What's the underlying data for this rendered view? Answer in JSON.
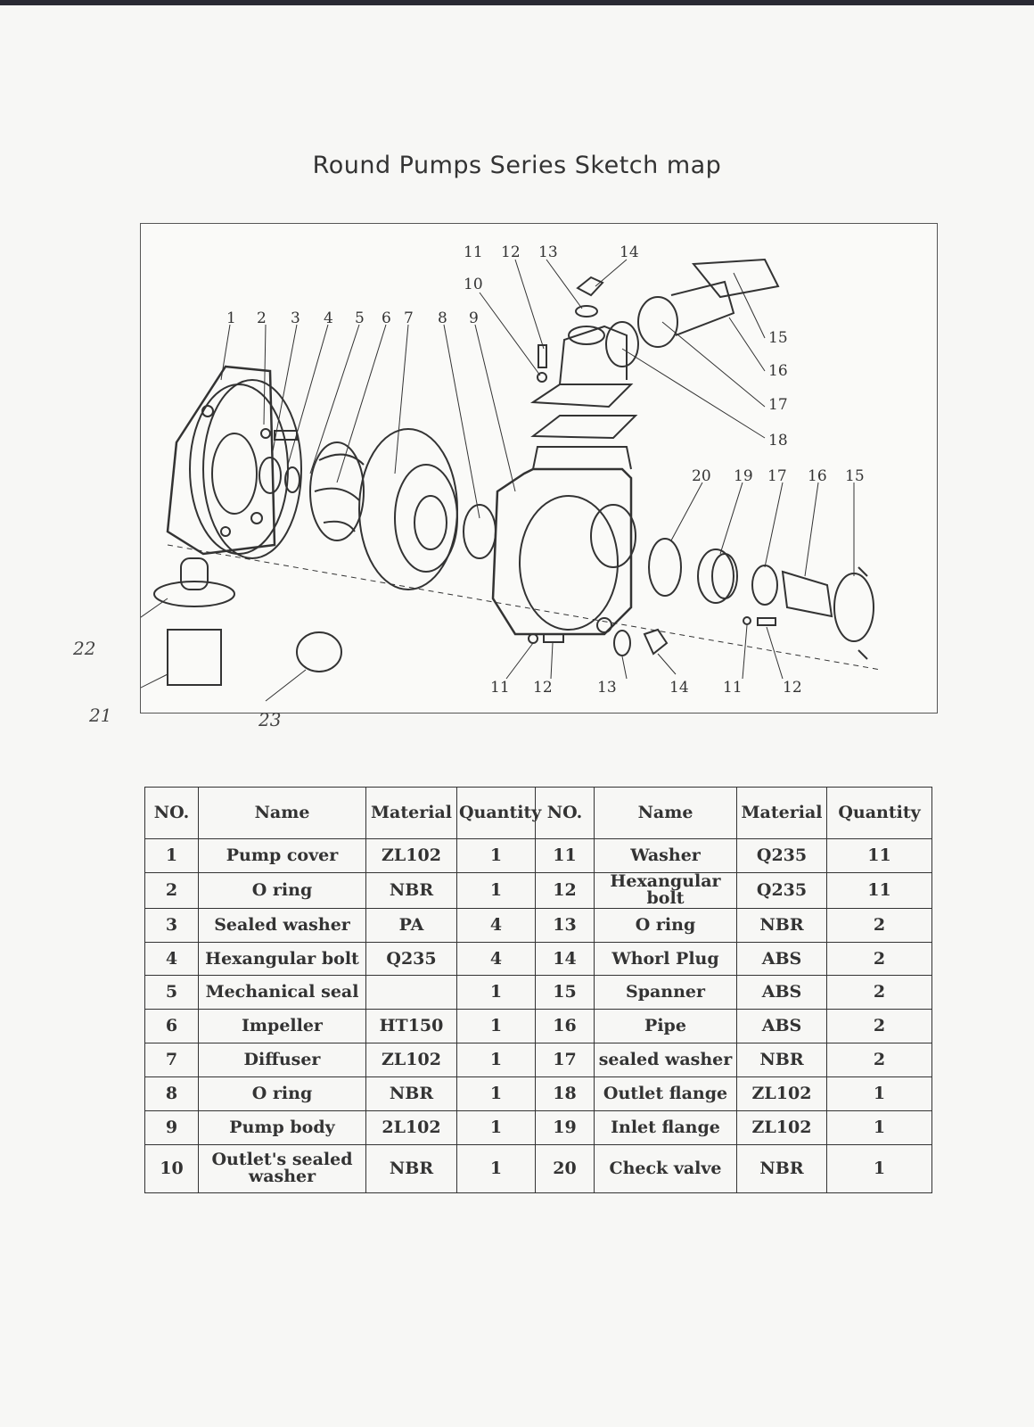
{
  "document": {
    "title": "Round Pumps Series Sketch map"
  },
  "diagram": {
    "callouts": {
      "top_row": [
        "1",
        "2",
        "3",
        "4",
        "5",
        "6",
        "7",
        "8",
        "9",
        "10",
        "11",
        "12",
        "13",
        "14"
      ],
      "right_column": [
        "15",
        "16",
        "17",
        "18"
      ],
      "middle_row": [
        "20",
        "19",
        "17",
        "16",
        "15"
      ],
      "bottom_row": [
        "11",
        "12",
        "13",
        "14",
        "11",
        "12"
      ],
      "handwritten": [
        "22",
        "21",
        "23"
      ]
    },
    "colors": {
      "line": "#333333",
      "paper": "#fafaf8"
    }
  },
  "table": {
    "headers": [
      "NO.",
      "Name",
      "Material",
      "Quantity",
      "NO.",
      "Name",
      "Material",
      "Quantity"
    ],
    "rows": [
      {
        "left": [
          "1",
          "Pump cover",
          "ZL102",
          "1"
        ],
        "right": [
          "11",
          "Washer",
          "Q235",
          "11"
        ]
      },
      {
        "left": [
          "2",
          "O ring",
          "NBR",
          "1"
        ],
        "right": [
          "12",
          "Hexangular bolt",
          "Q235",
          "11"
        ]
      },
      {
        "left": [
          "3",
          "Sealed washer",
          "PA",
          "4"
        ],
        "right": [
          "13",
          "O ring",
          "NBR",
          "2"
        ]
      },
      {
        "left": [
          "4",
          "Hexangular bolt",
          "Q235",
          "4"
        ],
        "right": [
          "14",
          "Whorl Plug",
          "ABS",
          "2"
        ]
      },
      {
        "left": [
          "5",
          "Mechanical seal",
          "",
          "1"
        ],
        "right": [
          "15",
          "Spanner",
          "ABS",
          "2"
        ]
      },
      {
        "left": [
          "6",
          "Impeller",
          "HT150",
          "1"
        ],
        "right": [
          "16",
          "Pipe",
          "ABS",
          "2"
        ]
      },
      {
        "left": [
          "7",
          "Diffuser",
          "ZL102",
          "1"
        ],
        "right": [
          "17",
          "sealed washer",
          "NBR",
          "2"
        ]
      },
      {
        "left": [
          "8",
          "O ring",
          "NBR",
          "1"
        ],
        "right": [
          "18",
          "Outlet flange",
          "ZL102",
          "1"
        ]
      },
      {
        "left": [
          "9",
          "Pump body",
          "2L102",
          "1"
        ],
        "right": [
          "19",
          "Inlet flange",
          "ZL102",
          "1"
        ]
      },
      {
        "left": [
          "10",
          "Outlet's sealed washer",
          "NBR",
          "1"
        ],
        "right": [
          "20",
          "Check valve",
          "NBR",
          "1"
        ]
      }
    ]
  }
}
